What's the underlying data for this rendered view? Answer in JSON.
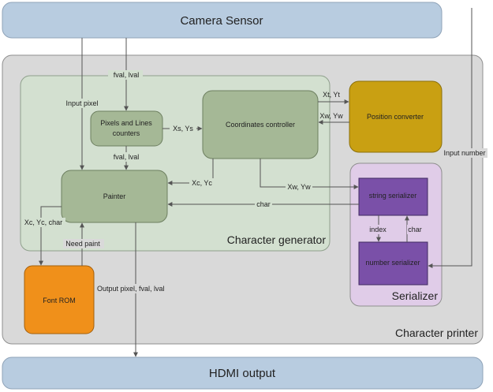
{
  "camera": "Camera Sensor",
  "hdmi": "HDMI output",
  "character_printer": "Character printer",
  "character_generator": "Character generator",
  "serializer": "Serializer",
  "blocks": {
    "pixels_counters_line1": "Pixels and Lines",
    "pixels_counters_line2": "counters",
    "coordinates_controller": "Coordinates controller",
    "position_converter": "Position converter",
    "painter": "Painter",
    "string_serializer": "string serializer",
    "number_serializer": "number serializer",
    "font_rom": "Font ROM"
  },
  "signals": {
    "fval_lval": "fval, lval",
    "input_pixel": "Input pixel",
    "xs_ys": "Xs, Ys",
    "fval_lval_2": "fval, lval",
    "xt_yt": "Xt, Yt",
    "xw_yw_1": "Xw, Yw",
    "input_number": "Input number",
    "xc_yc": "Xc, Yc",
    "xw_yw_2": "Xw, Yw",
    "char_1": "char",
    "index": "index",
    "char_2": "char",
    "xc_yc_char": "Xc, Yc, char",
    "need_paint": "Need paint",
    "output_pixel": "Output pixel, fval, lval"
  },
  "colors": {
    "sensor_fill": "#b8cce0",
    "printer_fill": "#d9d9d9",
    "generator_fill": "#d3e0d0",
    "block_fill": "#a5b896",
    "converter_fill": "#c9a012",
    "serializer_fill": "#e0cce8",
    "serializer_block": "#7a50a8",
    "font_rom_fill": "#f0901a",
    "line": "#555555"
  }
}
